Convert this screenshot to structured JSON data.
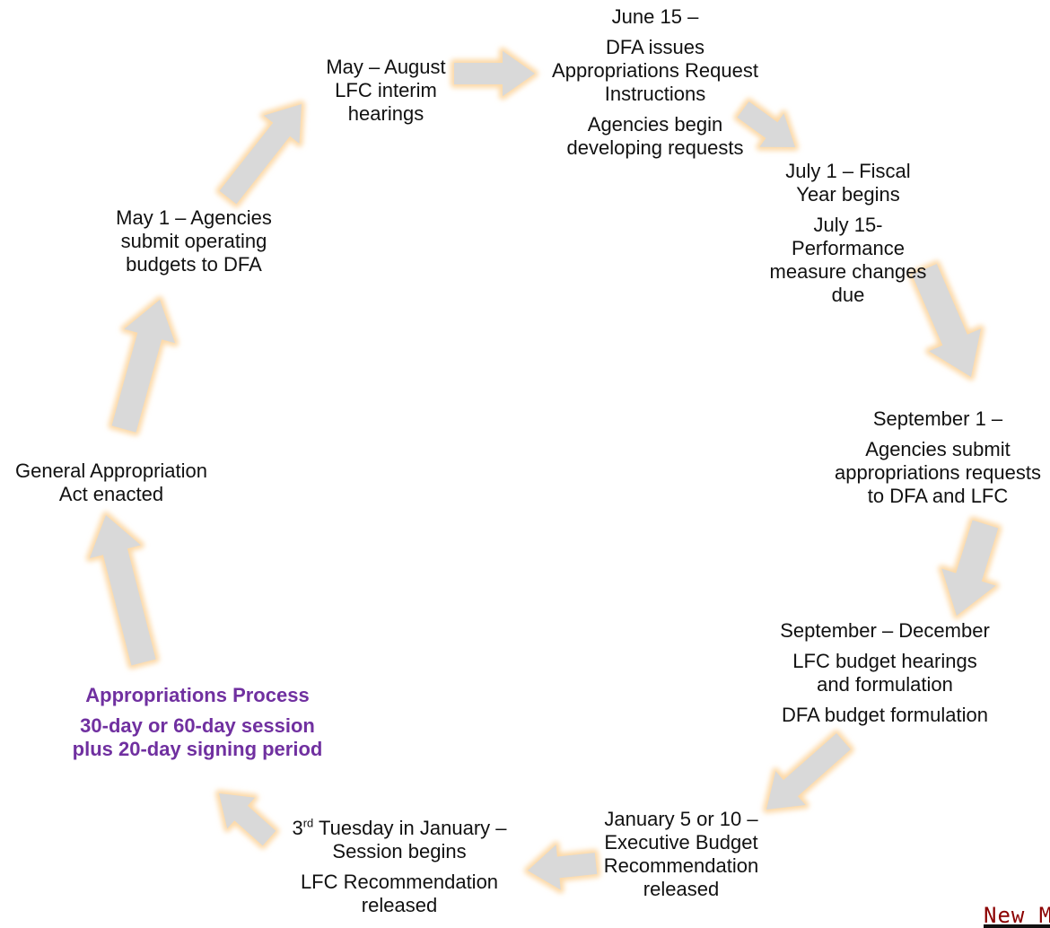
{
  "diagram": {
    "nodes": [
      {
        "id": "june15",
        "lines": [
          "June 15 –",
          "DFA issues Appropriations Request Instructions",
          "Agencies begin developing requests"
        ]
      },
      {
        "id": "july",
        "lines": [
          "July 1 – Fiscal Year begins",
          "July 15- Performance measure changes due"
        ]
      },
      {
        "id": "sept1",
        "lines": [
          "September 1 –",
          "Agencies submit appropriations requests to DFA and LFC"
        ]
      },
      {
        "id": "septdec",
        "lines": [
          "September – December",
          "LFC budget hearings and formulation",
          "DFA budget formulation"
        ]
      },
      {
        "id": "jan5",
        "lines": [
          "January 5 or 10 – Executive Budget Recommendation released"
        ]
      },
      {
        "id": "jan3",
        "lines": [
          "3rd Tuesday in January – Session begins",
          "LFC Recommendation released"
        ]
      },
      {
        "id": "process",
        "lines": [
          "Appropriations Process",
          "30-day or 60-day session plus 20-day signing period"
        ]
      },
      {
        "id": "gaa",
        "lines": [
          "General Appropriation Act enacted"
        ]
      },
      {
        "id": "may1",
        "lines": [
          "May 1 – Agencies submit operating budgets to DFA"
        ]
      },
      {
        "id": "mayaug",
        "lines": [
          "May – August LFC interim hearings"
        ]
      }
    ],
    "text": {
      "june15_a": "June 15 –",
      "june15_b1": "DFA issues",
      "june15_b2": "Appropriations Request",
      "june15_b3": "Instructions",
      "june15_c1": "Agencies begin",
      "june15_c2": "developing requests",
      "july_a1": "July 1 – Fiscal",
      "july_a2": "Year begins",
      "july_b1": "July 15-",
      "july_b2": "Performance",
      "july_b3": "measure changes",
      "july_b4": "due",
      "sept1_a": "September 1 –",
      "sept1_b1": "Agencies submit",
      "sept1_b2": "appropriations requests",
      "sept1_b3": "to DFA and LFC",
      "septdec_a": "September – December",
      "septdec_b1": "LFC budget hearings",
      "septdec_b2": "and formulation",
      "septdec_c": "DFA budget formulation",
      "jan5_1": "January 5 or 10 –",
      "jan5_2": "Executive Budget",
      "jan5_3": "Recommendation",
      "jan5_4": "released",
      "jan3_num": "3",
      "jan3_sup": "rd",
      "jan3_1rest": " Tuesday in January –",
      "jan3_2": "Session begins",
      "jan3_3": "LFC Recommendation",
      "jan3_4": "released",
      "proc_a": "Appropriations Process",
      "proc_b1": "30-day or 60-day session",
      "proc_b2": "plus 20-day signing period",
      "gaa_1": "General Appropriation",
      "gaa_2": "Act enacted",
      "may1_1": "May 1 – Agencies",
      "may1_2": "submit operating",
      "may1_3": "budgets to DFA",
      "mayaug_1": "May – August",
      "mayaug_2": "LFC interim",
      "mayaug_3": "hearings",
      "brand": "New M"
    },
    "colors": {
      "arrow_fill": "#d9d9d9",
      "arrow_glow": "#fcd9a8",
      "accent": "#7030a0",
      "brand": "#8b0000"
    }
  }
}
